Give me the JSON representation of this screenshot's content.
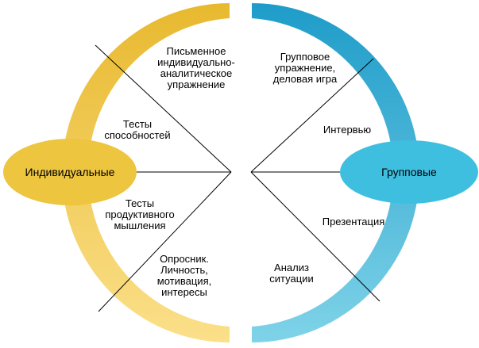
{
  "colors": {
    "left_top": "#E8B92F",
    "left_bottom": "#FBE08A",
    "left_node": "#EDC53F",
    "right_top": "#1E9CC9",
    "right_bottom": "#7FD3E8",
    "right_node": "#3FBFE0",
    "line": "#000000"
  },
  "nodes": {
    "left": "Индивидуальные",
    "right": "Групповые"
  },
  "left_segments": [
    "Письменное\nиндивидуально-\nаналитическое\nупражнение",
    "Тесты\nспособностей",
    "Тесты\nпродуктивного\nмышления",
    "Опросник.\nЛичность,\nмотивация,\nинтересы"
  ],
  "right_segments": [
    "Групповое\nупражнение,\nделовая игра",
    "Интервью",
    "Презентация",
    "Анализ\nситуации"
  ]
}
